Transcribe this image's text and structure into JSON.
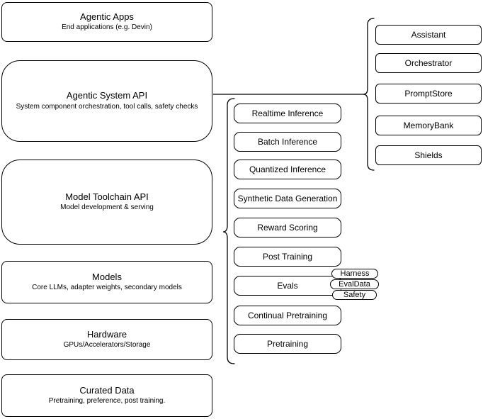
{
  "diagram": {
    "colors": {
      "stroke": "#000000",
      "fill": "#ffffff",
      "background": "#ffffff"
    },
    "left_stack": [
      {
        "title": "Agentic Apps",
        "subtitle": "End applications (e.g. Devin)"
      },
      {
        "title": "Agentic System API",
        "subtitle": "System component orchestration, tool calls, safety checks"
      },
      {
        "title": "Model Toolchain API",
        "subtitle": "Model development & serving"
      },
      {
        "title": "Models",
        "subtitle": "Core LLMs, adapter weights, secondary models"
      },
      {
        "title": "Hardware",
        "subtitle": "GPUs/Accelerators/Storage"
      },
      {
        "title": "Curated Data",
        "subtitle": "Pretraining, preference, post training."
      }
    ],
    "toolchain_capabilities": [
      "Realtime Inference",
      "Batch Inference",
      "Quantized Inference",
      "Synthetic Data Generation",
      "Reward Scoring",
      "Post Training",
      "Evals",
      "Continual Pretraining",
      "Pretraining"
    ],
    "eval_tags": [
      "Harness",
      "EvalData",
      "Safety"
    ],
    "system_components": [
      "Assistant",
      "Orchestrator",
      "PromptStore",
      "MemoryBank",
      "Shields"
    ]
  }
}
